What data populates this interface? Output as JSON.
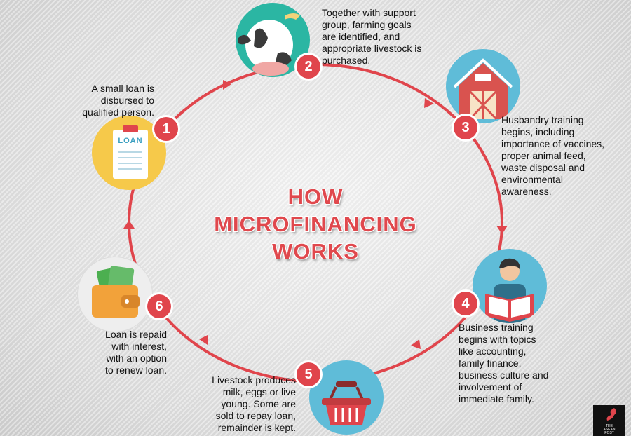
{
  "title": {
    "line1": "HOW",
    "line2": "MICROFINANCING",
    "line3": "WORKS"
  },
  "steps": [
    {
      "number": "1",
      "lines": [
        "A small loan is",
        "disbursed to",
        "qualified person."
      ],
      "icon": "loan-document-icon",
      "icon_label": "LOAN"
    },
    {
      "number": "2",
      "lines": [
        "Together with support",
        "group, farming goals",
        "are identified, and",
        "appropriate livestock is",
        "purchased."
      ],
      "icon": "cow-icon"
    },
    {
      "number": "3",
      "lines": [
        "Husbandry training",
        "begins, including",
        "importance of vaccines,",
        "proper animal feed,",
        "waste disposal and",
        "environmental",
        "awareness."
      ],
      "icon": "barn-icon"
    },
    {
      "number": "4",
      "lines": [
        "Business training",
        "begins with topics",
        "like accounting,",
        "family finance,",
        "business culture and",
        "involvement of",
        "immediate family."
      ],
      "icon": "person-reading-icon"
    },
    {
      "number": "5",
      "lines": [
        "Livestock produces",
        "milk, eggs or live",
        "young. Some are",
        "sold to repay loan,",
        "remainder is kept."
      ],
      "icon": "basket-icon"
    },
    {
      "number": "6",
      "lines": [
        "Loan is repaid",
        "with interest,",
        "with an option",
        "to renew loan."
      ],
      "icon": "wallet-icon"
    }
  ],
  "logo": {
    "line1": "THE",
    "line2": "ASEAN",
    "line3": "POST"
  },
  "colors": {
    "accent": "#e0454c",
    "icon_bg_yellow": "#f6c94a",
    "icon_bg_teal": "#2bb6a3",
    "icon_bg_blue": "#5fbcd8"
  }
}
